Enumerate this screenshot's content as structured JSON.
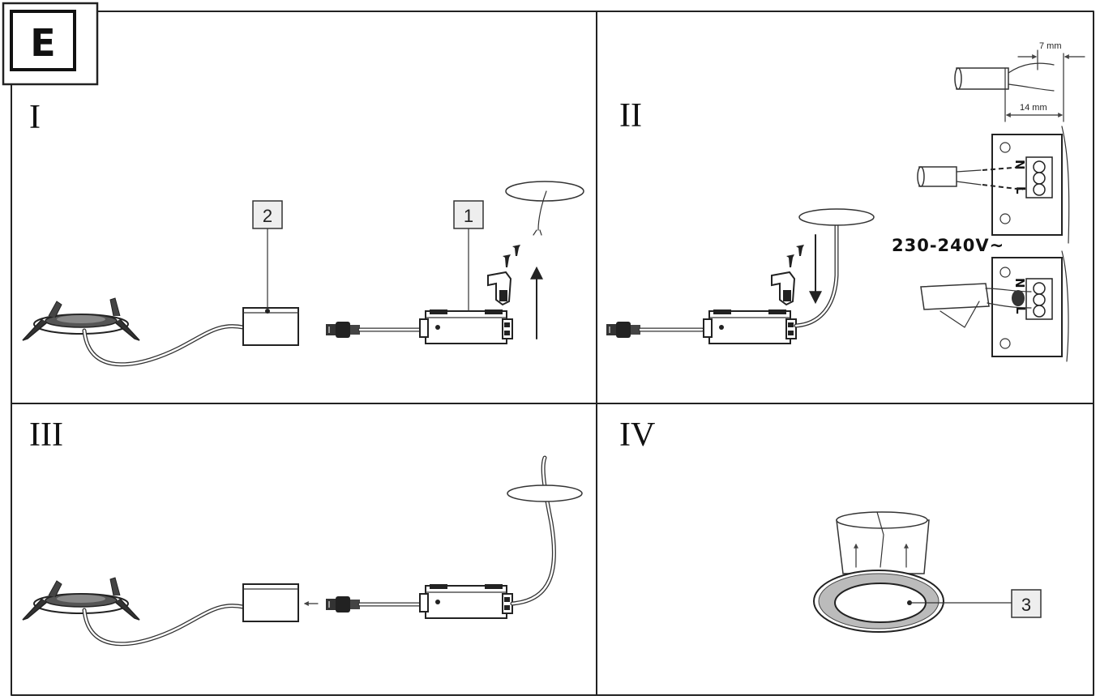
{
  "figure": {
    "badge": "E",
    "panels": [
      {
        "label": "I",
        "callouts": [
          "2",
          "1"
        ]
      },
      {
        "label": "II",
        "strip_long": "14 mm",
        "strip_short": "7 mm",
        "voltage": "230-240V~",
        "term_n": "N",
        "term_l": "L"
      },
      {
        "label": "III"
      },
      {
        "label": "IV",
        "callouts": [
          "3"
        ]
      }
    ]
  }
}
